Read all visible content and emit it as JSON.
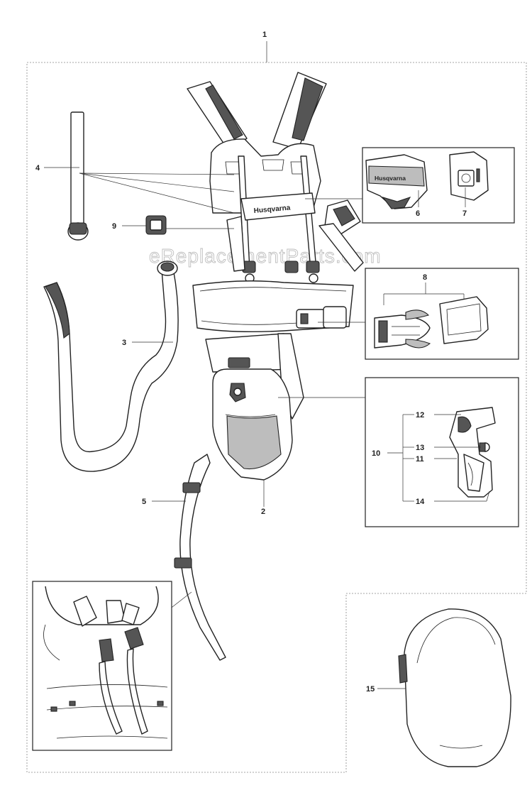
{
  "watermark": "eReplacementParts.com",
  "brand_label": "Husqvarna",
  "callouts": {
    "c1": "1",
    "c2": "2",
    "c3": "3",
    "c4": "4",
    "c5": "5",
    "c6": "6",
    "c7": "7",
    "c8": "8",
    "c9": "9",
    "c10": "10",
    "c11": "11",
    "c12": "12",
    "c13": "13",
    "c14": "14",
    "c15": "15"
  },
  "colors": {
    "line": "#222222",
    "shade": "#555555",
    "light_shade": "#bdbdbd",
    "frame": "#888888"
  }
}
